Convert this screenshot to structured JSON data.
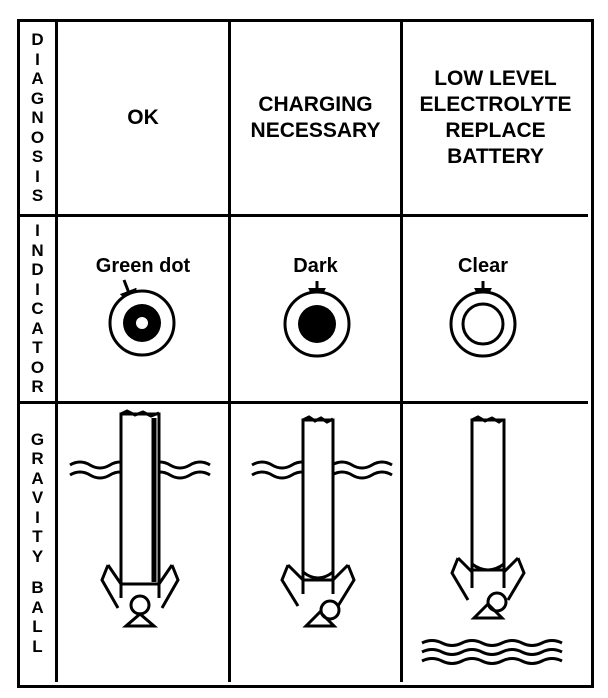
{
  "rows": {
    "diagnosis": "DIAGNOSIS",
    "indicator": "INDICATOR",
    "gravity_ball": "GRAVITY BALL"
  },
  "columns": [
    {
      "diagnosis": "OK",
      "indicator_label": "Green dot",
      "indicator_state": "green-dot",
      "electrolyte_level": "high"
    },
    {
      "diagnosis": "CHARGING\nNECESSARY",
      "indicator_label": "Dark",
      "indicator_state": "dark",
      "electrolyte_level": "high"
    },
    {
      "diagnosis": "LOW LEVEL\nELECTROLYTE\nREPLACE\nBATTERY",
      "indicator_label": "Clear",
      "indicator_state": "clear",
      "electrolyte_level": "low"
    }
  ],
  "colors": {
    "ink": "#000000",
    "paper": "#ffffff"
  }
}
